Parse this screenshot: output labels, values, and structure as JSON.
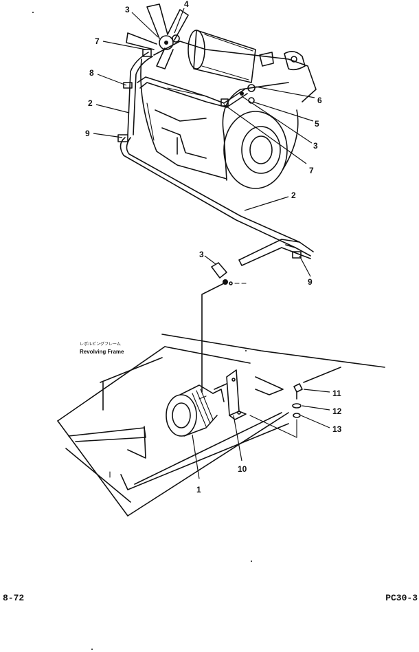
{
  "figure": {
    "frame_label_jp": "レボルビングフレーム",
    "frame_label_en": "Revolving Frame",
    "callouts": {
      "c1": "1",
      "c2_upper": "2",
      "c2_lower": "2",
      "c3_top": "3",
      "c3_mid": "3",
      "c3_lower": "3",
      "c4": "4",
      "c5": "5",
      "c6": "6",
      "c7_left": "7",
      "c7_right": "7",
      "c8": "8",
      "c9_upper": "9",
      "c9_lower": "9",
      "c10": "10",
      "c11": "11",
      "c12": "12",
      "c13": "13"
    }
  },
  "footer": {
    "page_number": "8-72",
    "model_code": "PC30-3"
  }
}
